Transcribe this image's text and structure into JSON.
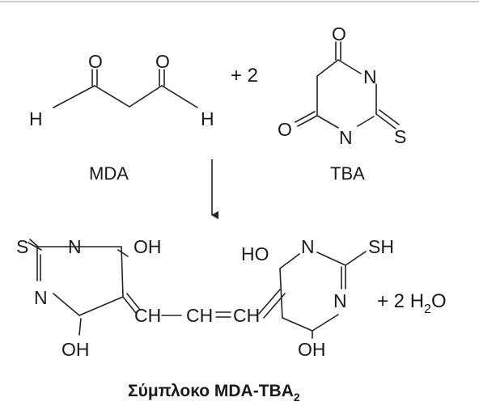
{
  "reactants": {
    "mda": {
      "label": "MDA",
      "atoms": {
        "o1": "O",
        "o2": "O",
        "h1": "H",
        "h2": "H"
      }
    },
    "operator_plus": "+ 2",
    "tba": {
      "label": "TBA",
      "atoms": {
        "o_top": "O",
        "n1": "N",
        "s": "S",
        "n2": "N",
        "o_left": "O"
      }
    }
  },
  "product": {
    "left_ring": {
      "s": "S",
      "n_top": "N",
      "oh_top": "OH",
      "n_left": "N",
      "oh_bottom": "OH"
    },
    "linker": {
      "ch1": "CH",
      "ch2": "CH",
      "ch3": "CH"
    },
    "right_ring": {
      "ho_top": "HO",
      "n_top": "N",
      "sh": "SH",
      "n_right": "N",
      "oh_bottom": "OH"
    },
    "byproduct": {
      "prefix": "+ 2 H",
      "subscript": "2",
      "suffix": "O"
    },
    "caption": {
      "text": "Σύμπλοκο MDA-TBA",
      "subscript": "2"
    }
  },
  "colors": {
    "ink": "#1a1a1a",
    "rule": "#bdbdbd",
    "arrow": "#222222"
  }
}
